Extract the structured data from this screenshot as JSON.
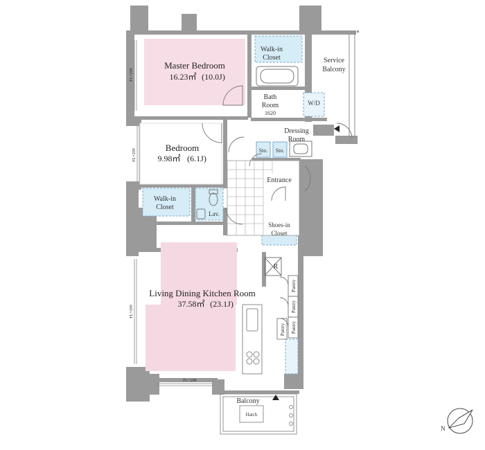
{
  "rooms": {
    "master_bedroom": {
      "name": "Master Bedroom",
      "area": "16.23㎡",
      "jo": "(10.0J)"
    },
    "bedroom": {
      "name": "Bedroom",
      "area": "9.98㎡",
      "jo": "(6.1J)"
    },
    "ldk": {
      "name": "Living Dining Kitchen Room",
      "area": "37.58㎡",
      "jo": "(23.1J)"
    },
    "walkin_closet_top": {
      "line1": "Walk-in",
      "line2": "Closet"
    },
    "walkin_closet_left": {
      "line1": "Walk-in",
      "line2": "Closet"
    },
    "service_balcony": {
      "line1": "Service",
      "line2": "Balcony"
    },
    "bath_room": {
      "line1": "Bath",
      "line2": "Room",
      "size": "1620"
    },
    "wd": "W/D",
    "dressing_room": {
      "line1": "Dressing",
      "line2": "Room"
    },
    "storage_1": "Sto.",
    "storage_2": "Sto.",
    "entrance": "Entrance",
    "lavatory": "Lav.",
    "shoes_closet": {
      "line1": "Shoes-in",
      "line2": "Closet"
    },
    "refrigerator": "R",
    "pantry_labels": [
      "Pantry",
      "Pantry",
      "Pantry",
      "Pantry"
    ],
    "balcony": "Balcony",
    "hatch": "Hatch",
    "fl_labels": [
      "FL+200",
      "FL+200",
      "FL+200",
      "FL+208"
    ]
  },
  "colors": {
    "bedroom_fill": "#f7dde6",
    "living_fill": "#f5d9e2",
    "closet_fill": "#d6ecf6",
    "wall": "#9a9a9a"
  },
  "icons": {
    "north_arrow": "compass-north-icon",
    "entry_marker": "triangle-marker-icon"
  }
}
